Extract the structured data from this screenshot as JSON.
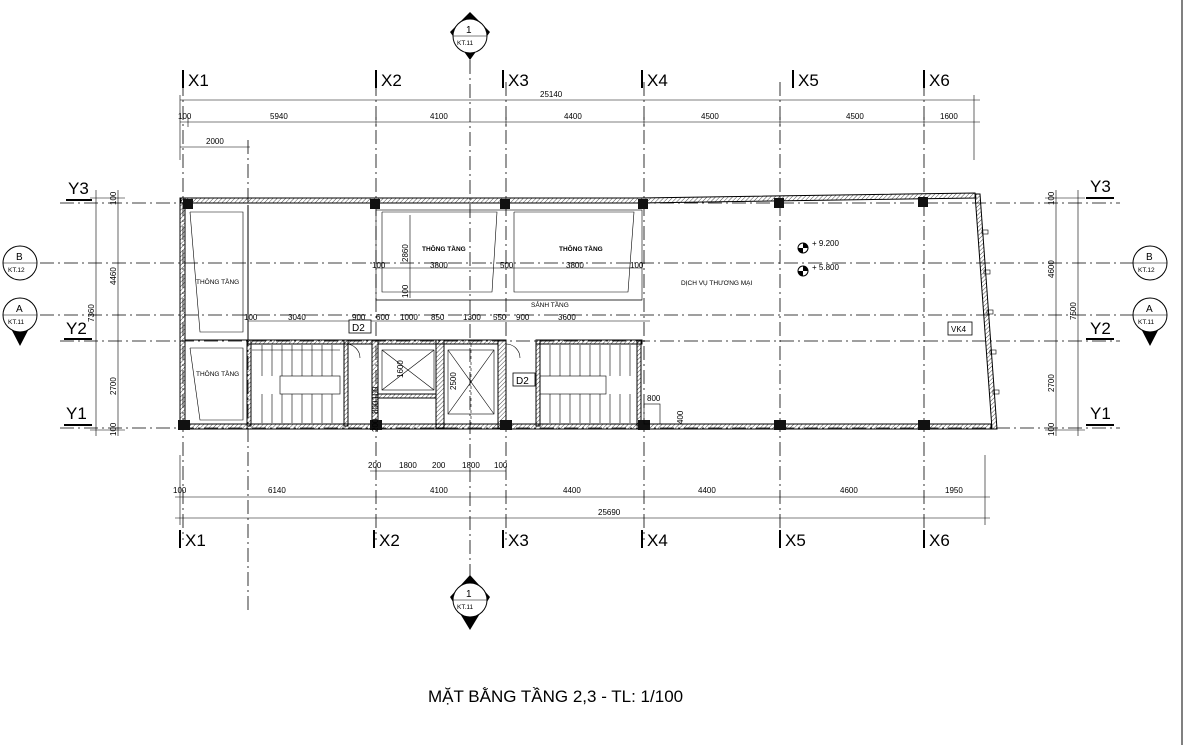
{
  "title": "MẶT BẰNG TẦNG 2,3 - TL: 1/100",
  "grid_x": [
    "X1",
    "X2",
    "X3",
    "X4",
    "X5",
    "X6"
  ],
  "grid_y": [
    "Y1",
    "Y2",
    "Y3"
  ],
  "dims_top": {
    "overall": "25140",
    "segments": [
      "100",
      "5940",
      "4100",
      "4400",
      "4500",
      "4500",
      "1600"
    ],
    "offset": "2000"
  },
  "dims_bottom": {
    "overall": "25690",
    "segments": [
      "100",
      "6140",
      "4100",
      "4400",
      "4400",
      "4600",
      "1950"
    ],
    "core": [
      "200",
      "1800",
      "200",
      "1800",
      "100"
    ]
  },
  "dims_left": {
    "overall": "7360",
    "segments": [
      "100",
      "4460",
      "2700",
      "100"
    ]
  },
  "dims_right": {
    "overall": "7500",
    "segments": [
      "100",
      "4600",
      "2700",
      "100"
    ]
  },
  "dims_inner": {
    "corridor": [
      "100",
      "3040",
      "900",
      "600",
      "1000",
      "850",
      "1300",
      "550",
      "900",
      "3600"
    ],
    "void": [
      "100",
      "3800",
      "500",
      "3800",
      "100"
    ],
    "void_v": [
      "2860",
      "100"
    ],
    "lift": [
      "1600",
      "2500",
      "200",
      "800",
      "100"
    ],
    "small": [
      "800",
      "400"
    ]
  },
  "rooms": {
    "void_a": "THÔNG TẦNG",
    "void_b": "THÔNG TẦNG",
    "void_c": "THÔNG TẦNG",
    "void_d": "THÔNG TẦNG",
    "lobby": "SẢNH TẦNG",
    "commercial": "DỊCH VỤ THƯƠNG MẠI"
  },
  "levels": [
    "+ 9.200",
    "+ 5.800"
  ],
  "doors": [
    "D2",
    "D2"
  ],
  "window": "VK4",
  "section_markers": {
    "one": {
      "letter": "1",
      "sheet": "KT.11"
    },
    "b": {
      "letter": "B",
      "sheet": "KT.12"
    },
    "a": {
      "letter": "A",
      "sheet": "KT.11"
    }
  }
}
